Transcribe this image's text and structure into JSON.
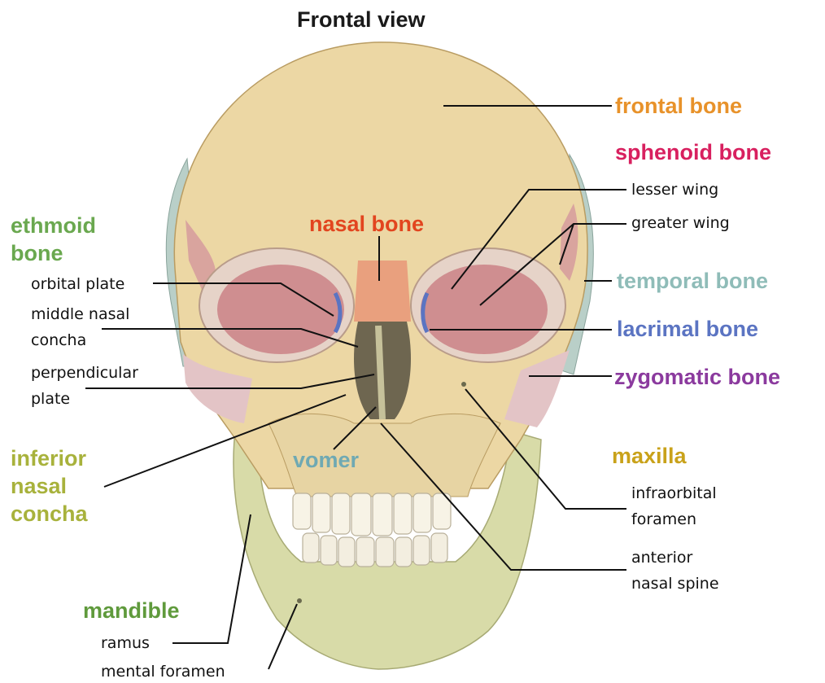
{
  "title": "Frontal view",
  "colors": {
    "frontal": "#e8922a",
    "sphenoid": "#d8205f",
    "temporal": "#8fbcb8",
    "lacrimal": "#5b74c2",
    "zygomatic": "#8b3a9e",
    "ethmoid": "#6aa84f",
    "inferior_nasal_concha": "#a8b23c",
    "mandible": "#5f9a3c",
    "maxilla": "#c9a21a",
    "nasal": "#e2451f",
    "vomer": "#6fa9b3"
  },
  "labels": {
    "frontal_bone": "frontal bone",
    "sphenoid_bone": "sphenoid bone",
    "lesser_wing": "lesser wing",
    "greater_wing": "greater wing",
    "temporal_bone": "temporal bone",
    "lacrimal_bone": "lacrimal bone",
    "zygomatic_bone": "zygomatic bone",
    "maxilla": "maxilla",
    "infraorbital_foramen": [
      "infraorbital",
      "foramen"
    ],
    "anterior_nasal_spine": [
      "anterior",
      "nasal spine"
    ],
    "ethmoid_bone": [
      "ethmoid",
      "bone"
    ],
    "orbital_plate": "orbital plate",
    "middle_nasal_concha": [
      "middle nasal",
      "concha"
    ],
    "perpendicular_plate": [
      "perpendicular",
      "plate"
    ],
    "inferior_nasal_concha": [
      "inferior",
      "nasal",
      "concha"
    ],
    "nasal_bone": "nasal bone",
    "vomer": "vomer",
    "mandible": "mandible",
    "ramus": "ramus",
    "mental_foramen": "mental foramen"
  }
}
